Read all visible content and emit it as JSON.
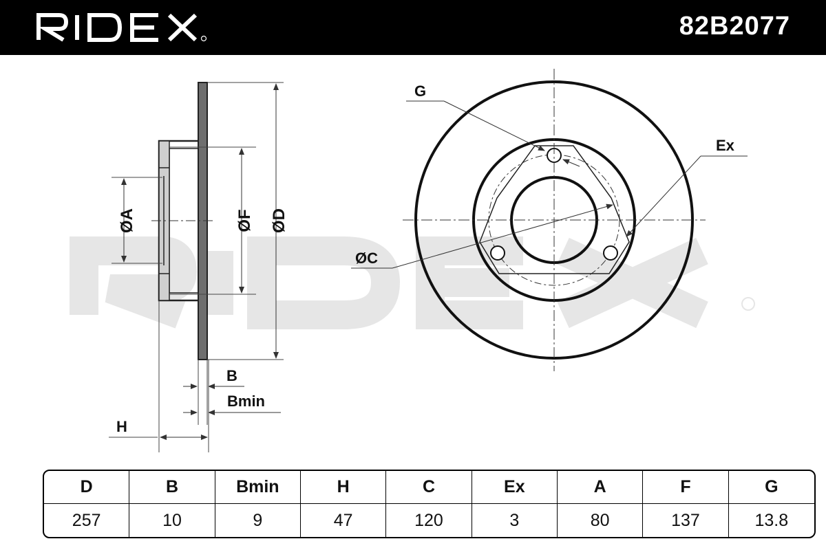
{
  "header": {
    "brand": "RIDEX",
    "part_number": "82B2077"
  },
  "watermark": {
    "text": "RIDEX"
  },
  "diagram": {
    "side_labels": {
      "A": "ØA",
      "F": "ØF",
      "D": "ØD",
      "B": "B",
      "Bmin": "Bmin",
      "H": "H"
    },
    "front_labels": {
      "G": "G",
      "Ex": "Ex",
      "C": "ØC"
    }
  },
  "spec_table": {
    "headers": [
      "D",
      "B",
      "Bmin",
      "H",
      "C",
      "Ex",
      "A",
      "F",
      "G"
    ],
    "values": [
      "257",
      "10",
      "9",
      "47",
      "120",
      "3",
      "80",
      "137",
      "13.8"
    ]
  },
  "colors": {
    "header_bg": "#000000",
    "watermark": "#e6e6e6",
    "disc_fill": "#6e6e6e"
  }
}
